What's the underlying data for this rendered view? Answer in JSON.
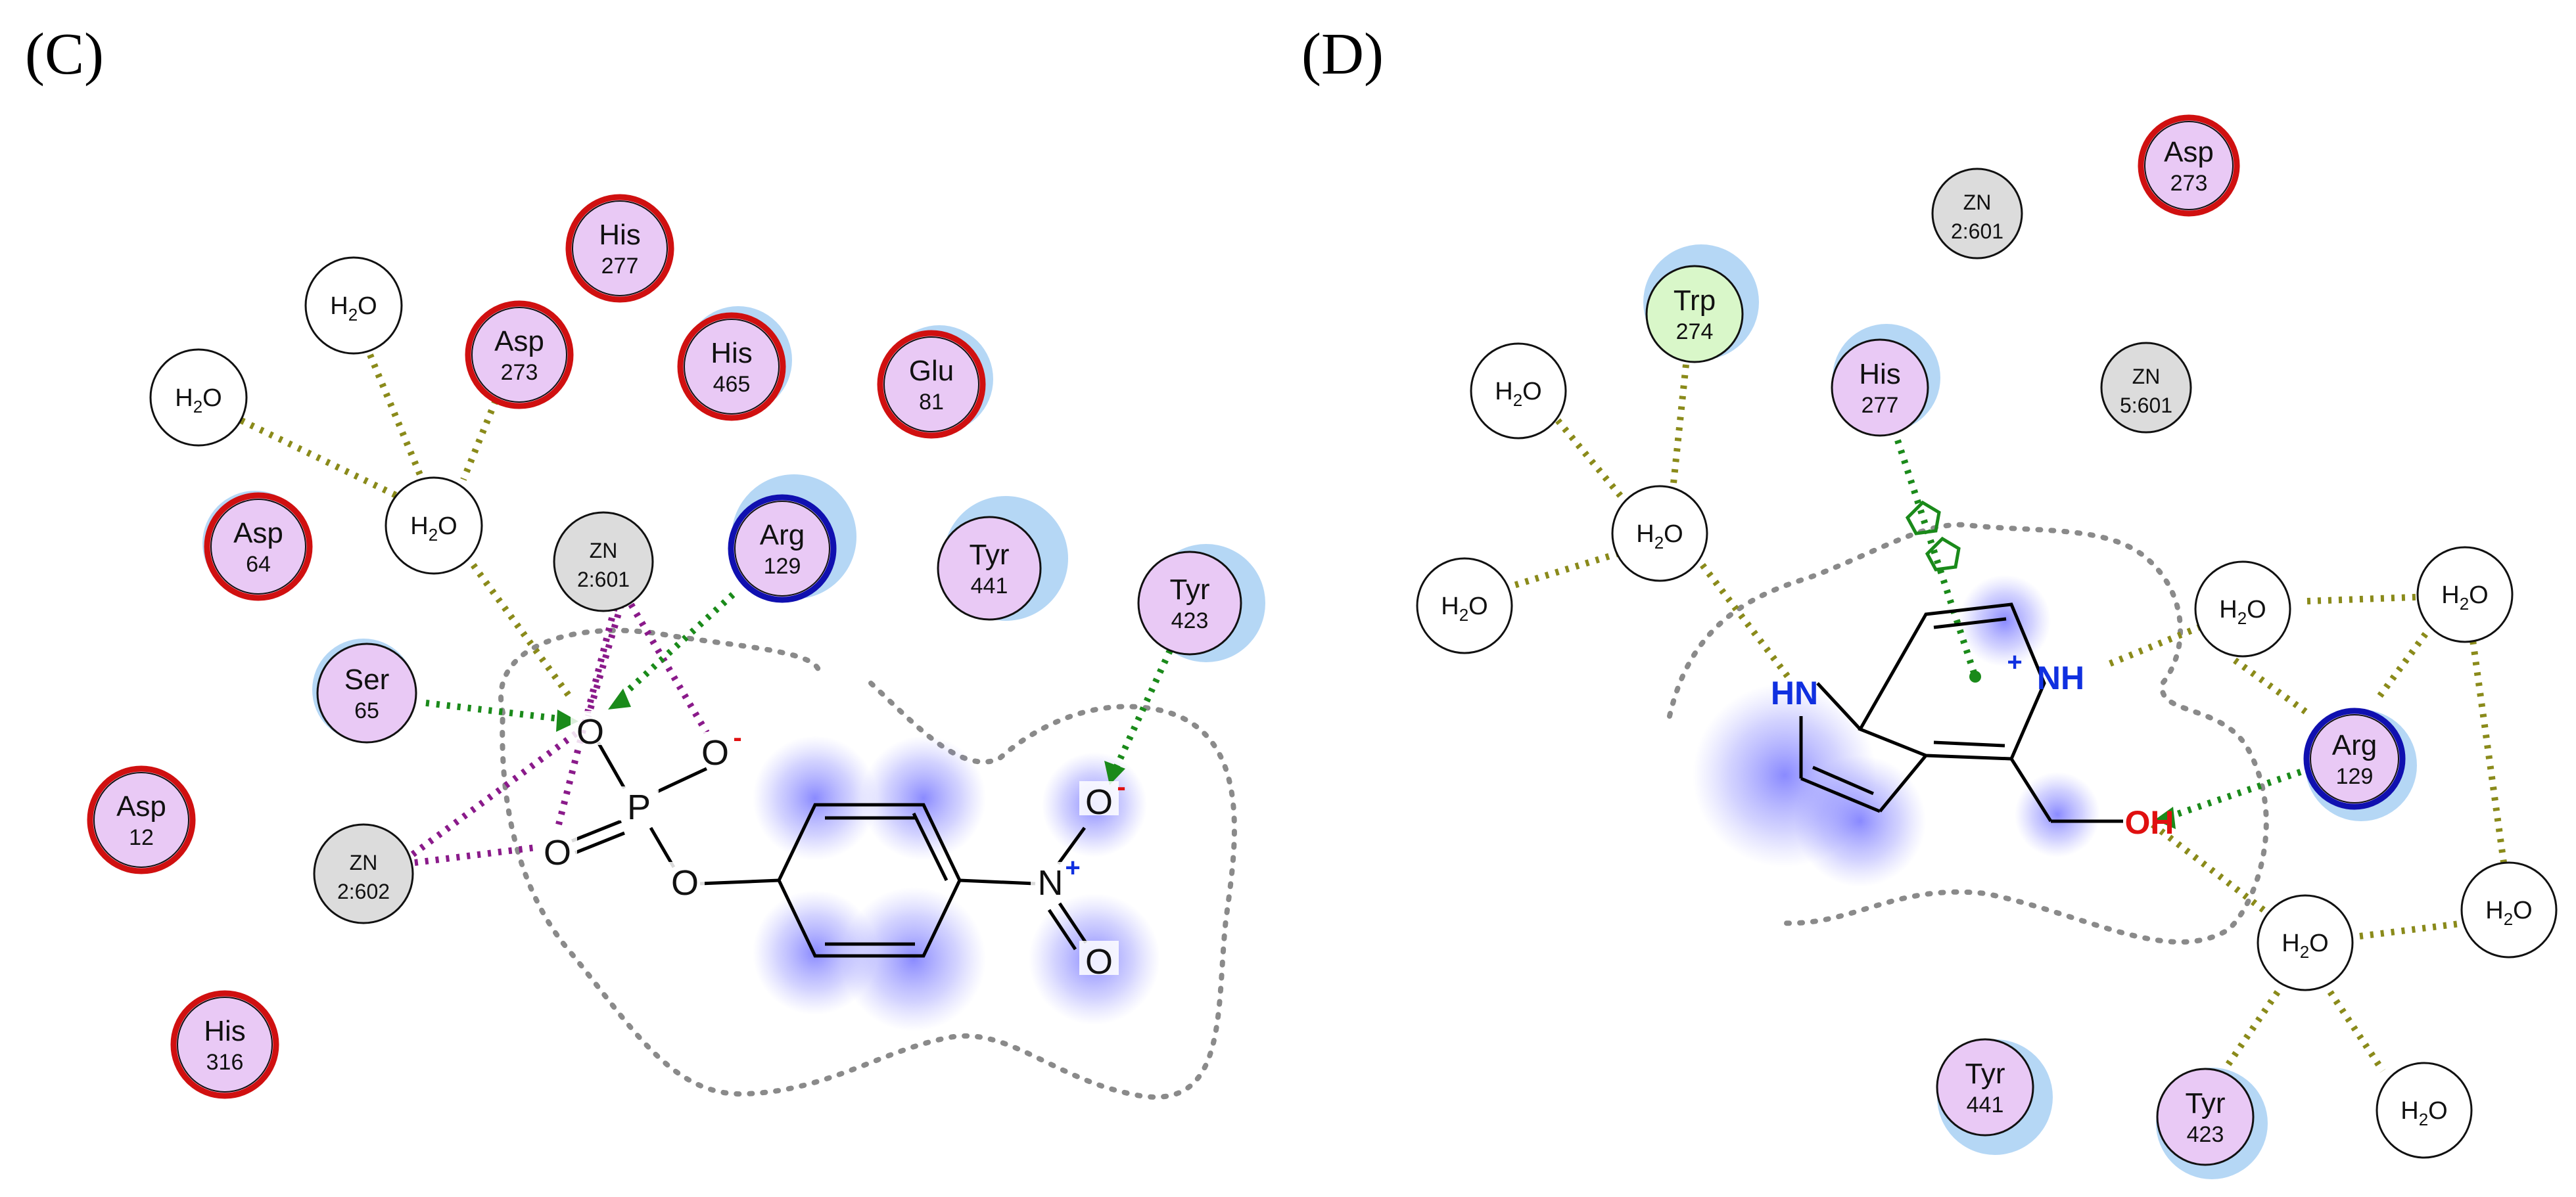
{
  "panels": [
    {
      "label": "(C)",
      "residues": [
        {
          "id": "c-h2o-1",
          "name": "H2O",
          "num": "",
          "kind": "water"
        },
        {
          "id": "c-h2o-2",
          "name": "H2O",
          "num": "",
          "kind": "water"
        },
        {
          "id": "c-h2o-3",
          "name": "H2O",
          "num": "",
          "kind": "water"
        },
        {
          "id": "c-his-277",
          "name": "His",
          "num": "277",
          "kind": "metal-binding"
        },
        {
          "id": "c-asp-273",
          "name": "Asp",
          "num": "273",
          "kind": "metal-binding"
        },
        {
          "id": "c-his-465",
          "name": "His",
          "num": "465",
          "kind": "metal-binding"
        },
        {
          "id": "c-glu-81",
          "name": "Glu",
          "num": "81",
          "kind": "metal-binding"
        },
        {
          "id": "c-asp-64",
          "name": "Asp",
          "num": "64",
          "kind": "metal-binding"
        },
        {
          "id": "c-zn-601",
          "name": "ZN",
          "num": "2:601",
          "kind": "metal"
        },
        {
          "id": "c-arg-129",
          "name": "Arg",
          "num": "129",
          "kind": "basic"
        },
        {
          "id": "c-tyr-441",
          "name": "Tyr",
          "num": "441",
          "kind": "polar"
        },
        {
          "id": "c-tyr-423",
          "name": "Tyr",
          "num": "423",
          "kind": "polar"
        },
        {
          "id": "c-ser-65",
          "name": "Ser",
          "num": "65",
          "kind": "polar"
        },
        {
          "id": "c-asp-12",
          "name": "Asp",
          "num": "12",
          "kind": "metal-binding"
        },
        {
          "id": "c-zn-602",
          "name": "ZN",
          "num": "2:602",
          "kind": "metal"
        },
        {
          "id": "c-his-316",
          "name": "His",
          "num": "316",
          "kind": "metal-binding"
        }
      ],
      "ligand_atoms": [
        {
          "id": "c-o-bridge-top",
          "symbol": "O",
          "charge": ""
        },
        {
          "id": "c-o-minus",
          "symbol": "O",
          "charge": "-"
        },
        {
          "id": "c-p",
          "symbol": "P",
          "charge": ""
        },
        {
          "id": "c-o-double",
          "symbol": "O",
          "charge": ""
        },
        {
          "id": "c-o-ester",
          "symbol": "O",
          "charge": ""
        },
        {
          "id": "c-n-nitro",
          "symbol": "N",
          "charge": "+"
        },
        {
          "id": "c-o-nitro-minus",
          "symbol": "O",
          "charge": "-"
        },
        {
          "id": "c-o-nitro-double",
          "symbol": "O",
          "charge": ""
        }
      ]
    },
    {
      "label": "(D)",
      "residues": [
        {
          "id": "d-asp-273",
          "name": "Asp",
          "num": "273",
          "kind": "metal-binding"
        },
        {
          "id": "d-zn-601",
          "name": "ZN",
          "num": "2:601",
          "kind": "metal"
        },
        {
          "id": "d-trp-274",
          "name": "Trp",
          "num": "274",
          "kind": "hydrophobic"
        },
        {
          "id": "d-his-277",
          "name": "His",
          "num": "277",
          "kind": "polar"
        },
        {
          "id": "d-zn-5601",
          "name": "ZN",
          "num": "5:601",
          "kind": "metal"
        },
        {
          "id": "d-h2o-1",
          "name": "H2O",
          "num": "",
          "kind": "water"
        },
        {
          "id": "d-h2o-2",
          "name": "H2O",
          "num": "",
          "kind": "water"
        },
        {
          "id": "d-h2o-3",
          "name": "H2O",
          "num": "",
          "kind": "water"
        },
        {
          "id": "d-h2o-4",
          "name": "H2O",
          "num": "",
          "kind": "water"
        },
        {
          "id": "d-h2o-5",
          "name": "H2O",
          "num": "",
          "kind": "water"
        },
        {
          "id": "d-arg-129",
          "name": "Arg",
          "num": "129",
          "kind": "basic"
        },
        {
          "id": "d-h2o-6",
          "name": "H2O",
          "num": "",
          "kind": "water"
        },
        {
          "id": "d-h2o-7",
          "name": "H2O",
          "num": "",
          "kind": "water"
        },
        {
          "id": "d-tyr-441",
          "name": "Tyr",
          "num": "441",
          "kind": "polar"
        },
        {
          "id": "d-tyr-423",
          "name": "Tyr",
          "num": "423",
          "kind": "polar"
        },
        {
          "id": "d-h2o-8",
          "name": "H2O",
          "num": "",
          "kind": "water"
        }
      ],
      "ligand_atoms": [
        {
          "id": "d-nh-pyrrole",
          "symbol": "HN",
          "charge": ""
        },
        {
          "id": "d-nh-pyridinium",
          "symbol": "NH",
          "charge": "+"
        },
        {
          "id": "d-oh",
          "symbol": "OH",
          "charge": ""
        }
      ]
    }
  ],
  "colors": {
    "residue_fill": "#e9c9f5",
    "water_fill": "#ffffff",
    "metal_fill": "#dcdcdc",
    "hydrophobic_fill": "#d9f7c9",
    "metal_binding_ring": "#d01010",
    "basic_ring": "#1010b0",
    "exposure_halo": "#9ccaf2",
    "hbond_sidechain": "#1a8a1a",
    "metal_contact": "#8a1a8a",
    "water_contact": "#8a8a1a",
    "pocket_outline": "#8a8a8a",
    "oxygen": "#e01010",
    "nitrogen": "#1030e0",
    "phosphorus": "#8a208a"
  }
}
